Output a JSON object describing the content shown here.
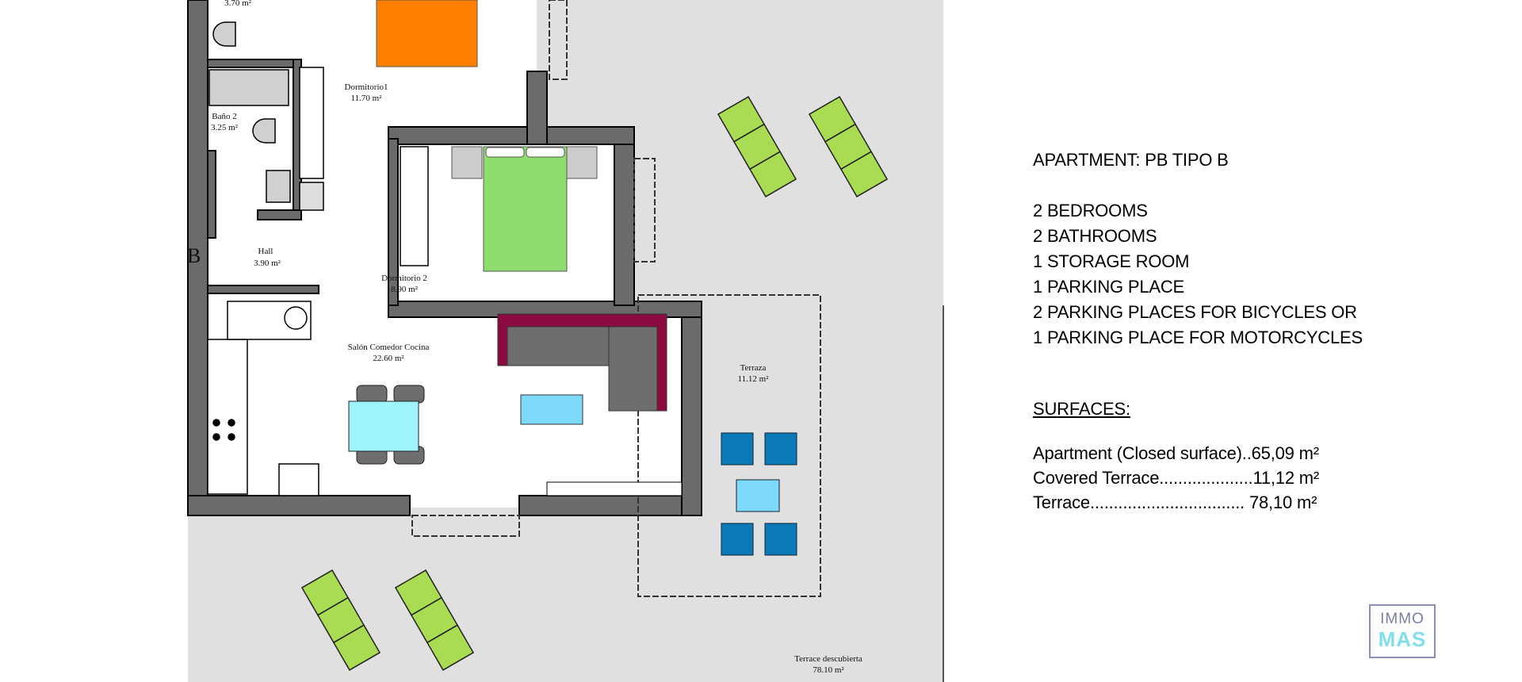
{
  "plan": {
    "rooms": {
      "bath1_area": "3.70 m²",
      "dorm1_name": "Dormitorio1",
      "dorm1_area": "11.70 m²",
      "bath2_name": "Baño 2",
      "bath2_area": "3.25 m²",
      "hall_name": "Hall",
      "hall_area": "3.90 m²",
      "unit_letter": "B",
      "dorm2_name": "Dormitorio 2",
      "dorm2_area": "8.90 m²",
      "living_name": "Salón Comedor Cocina",
      "living_area": "22.60 m²",
      "terrace_name": "Terraza",
      "terrace_area": "11.12 m²",
      "open_terrace_name": "Terrace descubierta",
      "open_terrace_area": "78.10 m²"
    },
    "colors": {
      "wall": "#6b6b6b",
      "outdoor": "#e0e0e0",
      "bed1": "#ff8000",
      "bed2": "#8fdc6f",
      "sofa_frame": "#8b0a3f",
      "sofa": "#6e6e6e",
      "table": "#9ff3fb",
      "coffee_table": "#7fd9fb",
      "terrace_chairs": "#0d7ab8",
      "loungers": "#a9dc52"
    }
  },
  "info": {
    "title": "APARTMENT: PB TIPO B",
    "features": [
      "2 BEDROOMS",
      "2 BATHROOMS",
      "1 STORAGE ROOM",
      "1 PARKING PLACE",
      "2 PARKING PLACES FOR BICYCLES OR",
      "1 PARKING PLACE FOR MOTORCYCLES"
    ],
    "surfaces_heading": "SURFACES:",
    "surfaces": [
      "Apartment (Closed surface)..65,09 m²",
      "Covered Terrace....................11,12 m²",
      "Terrace................................. 78,10 m²"
    ]
  },
  "logo": {
    "line1": "IMMO",
    "line2": "MAS"
  }
}
